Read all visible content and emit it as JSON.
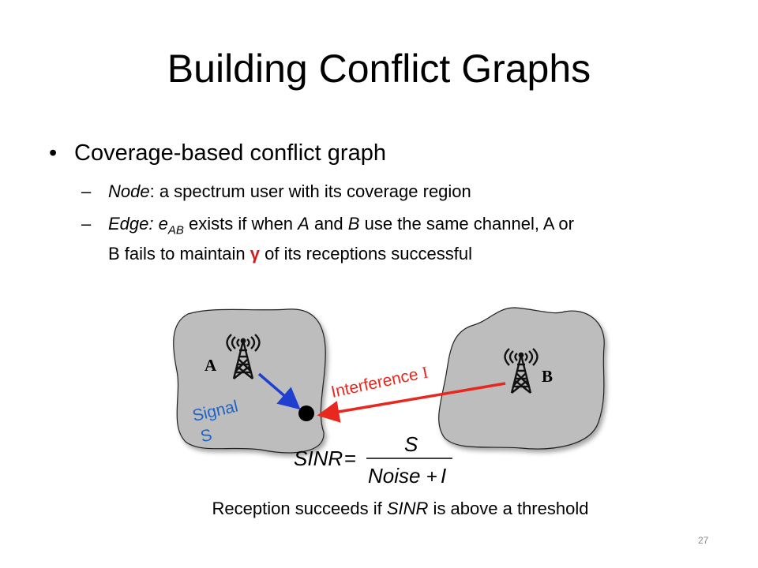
{
  "slide": {
    "title": "Building Conflict Graphs",
    "bullet": "Coverage-based conflict graph",
    "sub1": {
      "term": "Node",
      "rest": ": a spectrum user with its coverage region"
    },
    "sub2": {
      "term": "Edge:",
      "e": " e",
      "sub": "AB",
      "mid1": " exists if when ",
      "a": "A",
      "mid2": " and ",
      "b": "B",
      "line1_end": " use the same channel, A or",
      "line2_start": "B fails to maintain ",
      "gamma": "γ",
      "line2_end": " of its receptions successful"
    },
    "caption": {
      "pre": "Reception succeeds if ",
      "term": "SINR",
      "post": " is above a threshold"
    },
    "page_number": "27"
  },
  "diagram": {
    "label_a": "A",
    "label_b": "B",
    "signal_line1": "Signal",
    "signal_line2": "S",
    "interference": "Interference ",
    "interference_symbol": "I",
    "formula": {
      "lhs": "SINR",
      "eq": "=",
      "numerator": "S",
      "denom_noise": "Noise",
      "denom_plus": "+",
      "denom_i": "I"
    },
    "colors": {
      "signal": "#1f3fd0",
      "interference": "#e8281f",
      "region_fill": "#bdbdbd",
      "signal_text": "#1d63c9",
      "interference_text": "#e8281f"
    }
  }
}
